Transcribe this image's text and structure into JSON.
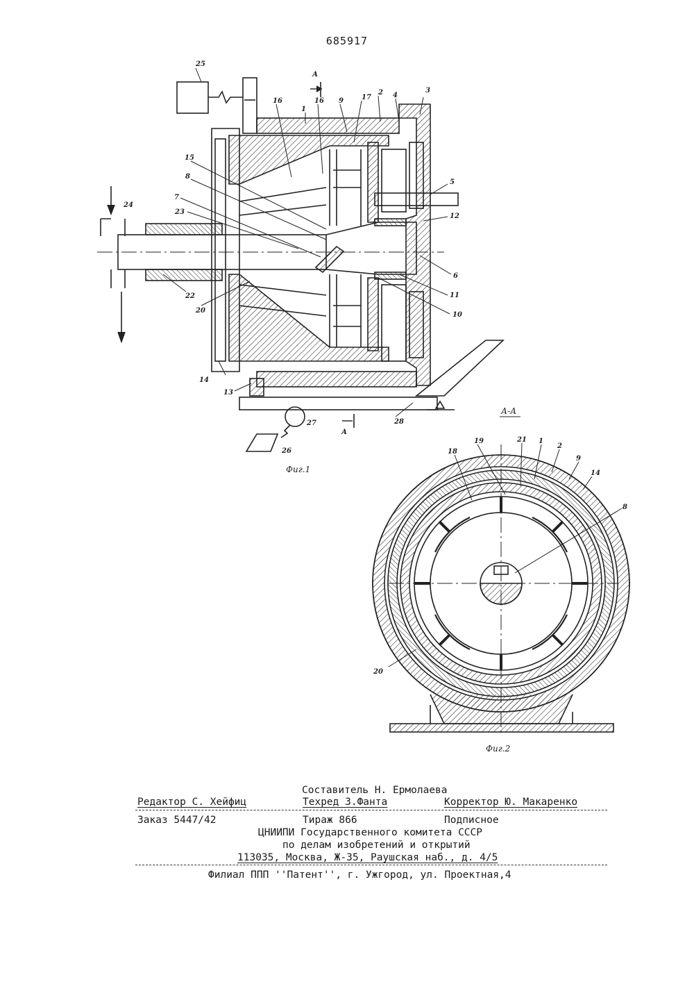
{
  "patent_number": "685917",
  "figures": {
    "fig1_caption": "Фиг.1",
    "fig2_caption": "Фиг.2",
    "section_label": "А-А",
    "section_marker": "А",
    "fig1_labels": [
      "25",
      "1",
      "16",
      "9",
      "17",
      "2",
      "4",
      "3",
      "15",
      "8",
      "7",
      "23",
      "24",
      "22",
      "20",
      "14",
      "13",
      "26",
      "27",
      "28",
      "5",
      "12",
      "6",
      "11",
      "10"
    ],
    "fig2_labels": [
      "19",
      "21",
      "1",
      "2",
      "9",
      "14",
      "18",
      "8",
      "20"
    ]
  },
  "colophon": {
    "compiler": "Составитель Н. Ермолаева",
    "editor": "Редактор С. Хейфиц",
    "techred": "Техред З.Фанта",
    "corrector": "Корректор Ю. Макаренко",
    "order": "Заказ 5447/42",
    "circulation": "Тираж 866",
    "subscription": "Подписное",
    "org_line1": "ЦНИИПИ Государственного комитета СССР",
    "org_line2": "по делам изобретений и открытий",
    "address": "113035, Москва, Ж-35, Раушская наб., д. 4/5",
    "branch": "Филиал ППП ''Патент'', г. Ужгород, ул. Проектная,4"
  }
}
